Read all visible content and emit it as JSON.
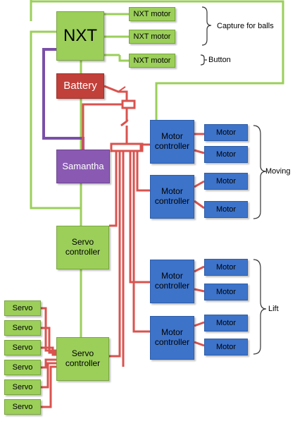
{
  "nodes": {
    "nxt": "NXT",
    "nxt_motor_1": "NXT motor",
    "nxt_motor_2": "NXT motor",
    "nxt_motor_3": "NXT motor",
    "battery": "Battery",
    "samantha": "Samantha",
    "servo_controller_1": "Servo\ncontroller",
    "servo_controller_2": "Servo\ncontroller",
    "motor_controller_1": "Motor\ncontroller",
    "motor_controller_2": "Motor\ncontroller",
    "motor_controller_3": "Motor\ncontroller",
    "motor_controller_4": "Motor\ncontroller",
    "motor_1": "Motor",
    "motor_2": "Motor",
    "motor_3": "Motor",
    "motor_4": "Motor",
    "motor_5": "Motor",
    "motor_6": "Motor",
    "motor_7": "Motor",
    "motor_8": "Motor",
    "servo_1": "Servo",
    "servo_2": "Servo",
    "servo_3": "Servo",
    "servo_4": "Servo",
    "servo_5": "Servo",
    "servo_6": "Servo"
  },
  "group_labels": {
    "capture": "Capture for balls",
    "button": "Button",
    "moving": "Moving",
    "lift": "Lift"
  },
  "colors": {
    "controller_green": "#9bcf5a",
    "motor_blue": "#3d73c9",
    "battery_red": "#c2403a",
    "samantha_purple": "#8a5ab3",
    "power_wire_red": "#d9534f",
    "signal_wire_green": "#9bcf5a",
    "link_wire_purple": "#7a4fa8"
  }
}
